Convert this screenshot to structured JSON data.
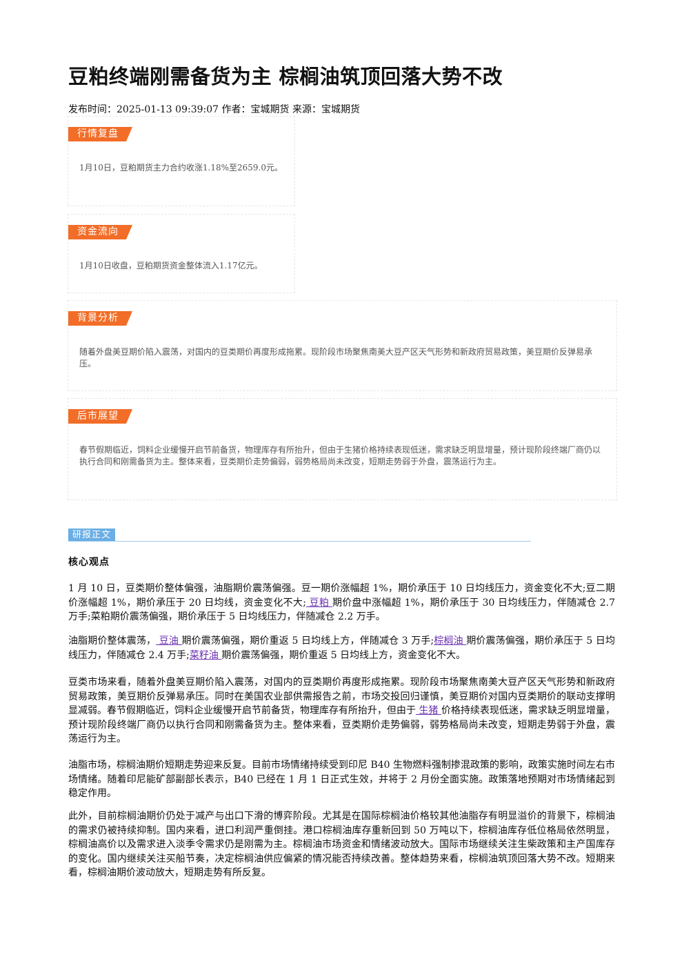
{
  "article": {
    "title": "豆粕终端刚需备货为主 棕榈油筑顶回落大势不改",
    "meta": "发布时间：2025-01-13 09:39:07 作者：宝城期货 来源：宝城期货"
  },
  "summary_boxes": [
    {
      "tag": "行情复盘",
      "text": "1月10日，豆粕期货主力合约收涨1.18%至2659.0元。"
    },
    {
      "tag": "资金流向",
      "text": "1月10日收盘，豆粕期货资金整体流入1.17亿元。"
    },
    {
      "tag": "背景分析",
      "text": "随着外盘美豆期价陷入震荡，对国内的豆类期价再度形成拖累。现阶段市场聚焦南美大豆产区天气形势和新政府贸易政策，美豆期价反弹易承压。"
    },
    {
      "tag": "后市展望",
      "text": "春节假期临近，饲料企业缓慢开启节前备货，物理库存有所抬升，但由于生猪价格持续表现低迷，需求缺乏明显增量，预计现阶段终端厂商仍以执行合同和刚需备货为主。整体来看，豆类期价走势偏弱，弱势格局尚未改变，短期走势弱于外盘，震荡运行为主。"
    }
  ],
  "report": {
    "section_tag": "研报正文",
    "heading": "核心观点",
    "p1": "1 月 10 日，豆类期价整体偏强，油脂期价震荡偏强。豆一期价涨幅超 1%，期价承压于 10 日均线压力，资金变化不大;豆二期价涨幅超 1%，期价承压于 20 日均线，资金变化不大;",
    "p1_link": " 豆粕 ",
    "p1_rest": "期价盘中涨幅超 1%，期价承压于 30 日均线压力，伴随减仓 2.7 万手;菜粕期价震荡偏强，期价承压于 5 日均线压力，伴随减仓 2.2 万手。",
    "p2_a": "油脂期价整体震荡，",
    "p2_link1": " 豆油 ",
    "p2_b": "期价震荡偏强，期价重返 5 日均线上方，伴随减仓 3 万手;",
    "p2_link2": "棕榈油 ",
    "p2_c": "期价震荡偏强，期价承压于 5 日均线压力，伴随减仓 2.4 万手;",
    "p2_link3": "菜籽油 ",
    "p2_d": "期价震荡偏强，期价重返 5 日均线上方，资金变化不大。",
    "p3_a": "豆类市场来看，随着外盘美豆期价陷入震荡，对国内的豆类期价再度形成拖累。现阶段市场聚焦南美大豆产区天气形势和新政府贸易政策，美豆期价反弹易承压。同时在美国农业部供需报告之前，市场交投回归谨慎，美豆期价对国内豆类期价的联动支撑明显减弱。春节假期临近，饲料企业缓慢开启节前备货，物理库存有所抬升，但由于",
    "p3_link": " 生猪 ",
    "p3_b": "价格持续表现低迷，需求缺乏明显增量，预计现阶段终端厂商仍以执行合同和刚需备货为主。整体来看，豆类期价走势偏弱，弱势格局尚未改变，短期走势弱于外盘，震荡运行为主。",
    "p4": "油脂市场，棕榈油期价短期走势迎来反复。目前市场情绪持续受到印尼 B40 生物燃料强制掺混政策的影响，政策实施时间左右市场情绪。随着印尼能矿部副部长表示，B40 已经在 1 月 1 日正式生效，并将于 2 月份全面实施。政策落地预期对市场情绪起到稳定作用。",
    "p5": "此外，目前棕榈油期价仍处于减产与出口下滑的博弈阶段。尤其是在国际棕榈油价格较其他油脂存有明显溢价的背景下，棕榈油的需求仍被持续抑制。国内来看，进口利润严重倒挂。港口棕榈油库存重新回到 50 万吨以下，棕榈油库存低位格局依然明显，棕榈油高价以及需求进入淡季令需求仍是刚需为主。棕榈油市场资金和情绪波动放大。国际市场继续关注生柴政策和主产国库存的变化。国内继续关注买船节奏，决定棕榈油供应偏紧的情况能否持续改善。整体趋势来看，棕榈油筑顶回落大势不改。短期来看，棕榈油期价波动放大，短期走势有所反复。"
  }
}
